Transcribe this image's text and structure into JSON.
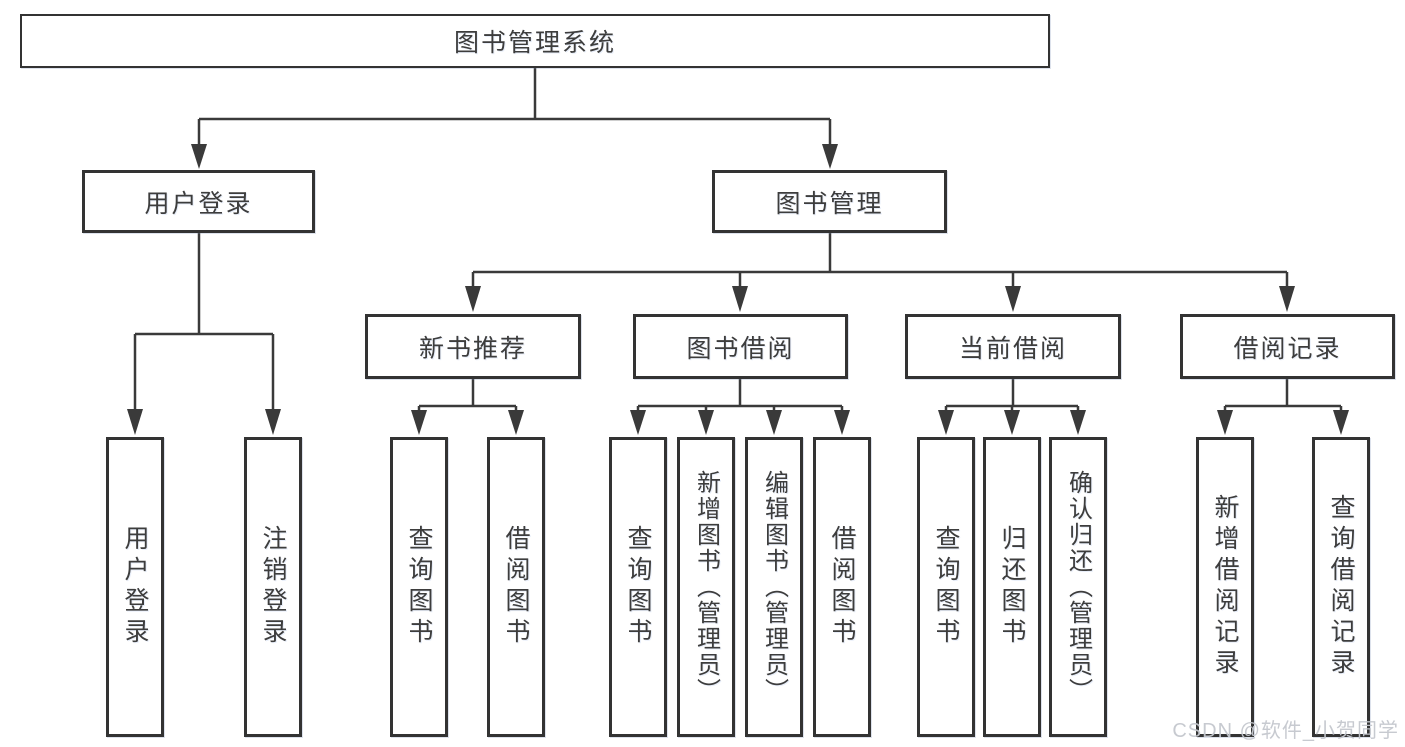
{
  "diagram": {
    "title": "图书管理系统",
    "branches": [
      {
        "label": "用户登录",
        "children": [
          {
            "label": "用户登录"
          },
          {
            "label": "注销登录"
          }
        ]
      },
      {
        "label": "图书管理",
        "children": [
          {
            "label": "新书推荐",
            "children": [
              {
                "label": "查询图书"
              },
              {
                "label": "借阅图书"
              }
            ]
          },
          {
            "label": "图书借阅",
            "children": [
              {
                "label": "查询图书"
              },
              {
                "label": "新增图书（管理员）"
              },
              {
                "label": "编辑图书（管理员）"
              },
              {
                "label": "借阅图书"
              }
            ]
          },
          {
            "label": "当前借阅",
            "children": [
              {
                "label": "查询图书"
              },
              {
                "label": "归还图书"
              },
              {
                "label": "确认归还（管理员）"
              }
            ]
          },
          {
            "label": "借阅记录",
            "children": [
              {
                "label": "新增借阅记录"
              },
              {
                "label": "查询借阅记录"
              }
            ]
          }
        ]
      }
    ]
  },
  "watermark": "CSDN @软件_小贺同学",
  "colors": {
    "line": "#3a3a3a",
    "border": "#333333",
    "text": "#3d3d3d",
    "watermark": "#c4c7cc",
    "background": "#ffffff"
  }
}
